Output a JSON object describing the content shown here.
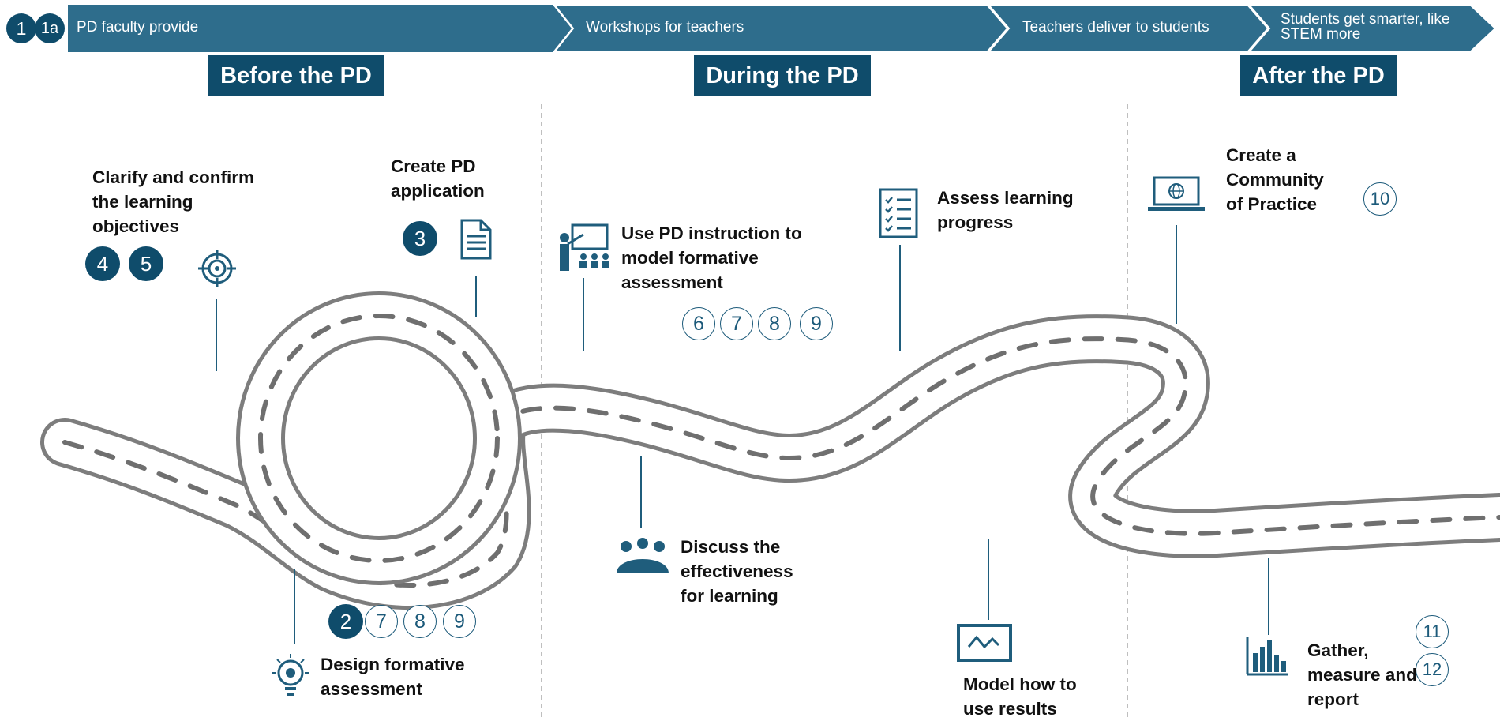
{
  "steps": {
    "badge_1": "1",
    "badge_1a": "1a",
    "arrows": [
      "PD faculty provide",
      "Workshops for teachers",
      "Teachers  deliver to students",
      "Students get  smarter, like STEM more"
    ]
  },
  "phases": [
    "Before the PD",
    "During the PD",
    "After the PD"
  ],
  "activities": {
    "clarify": {
      "label": "Clarify and confirm the learning objectives",
      "badges": [
        "4",
        "5"
      ]
    },
    "create_app": {
      "label": "Create PD application",
      "badges": [
        "3"
      ]
    },
    "design": {
      "label": "Design formative assessment",
      "badges_filled": [
        "2"
      ],
      "badges_outline": [
        "7",
        "8",
        "9"
      ]
    },
    "use_pd": {
      "label": "Use PD instruction to model formative assessment",
      "badges": [
        "6",
        "7",
        "8",
        "9"
      ]
    },
    "discuss": {
      "label": "Discuss the effectiveness for learning"
    },
    "assess": {
      "label": "Assess learning progress"
    },
    "model": {
      "label": "Model how to use results"
    },
    "community": {
      "label": "Create a Community of Practice",
      "badges": [
        "10"
      ]
    },
    "gather": {
      "label": "Gather, measure and report",
      "badges": [
        "11",
        "12"
      ]
    }
  },
  "colors": {
    "primary": "#0f4c6b",
    "arrow": "#2e6d8c",
    "road": "#7d7d7d"
  }
}
